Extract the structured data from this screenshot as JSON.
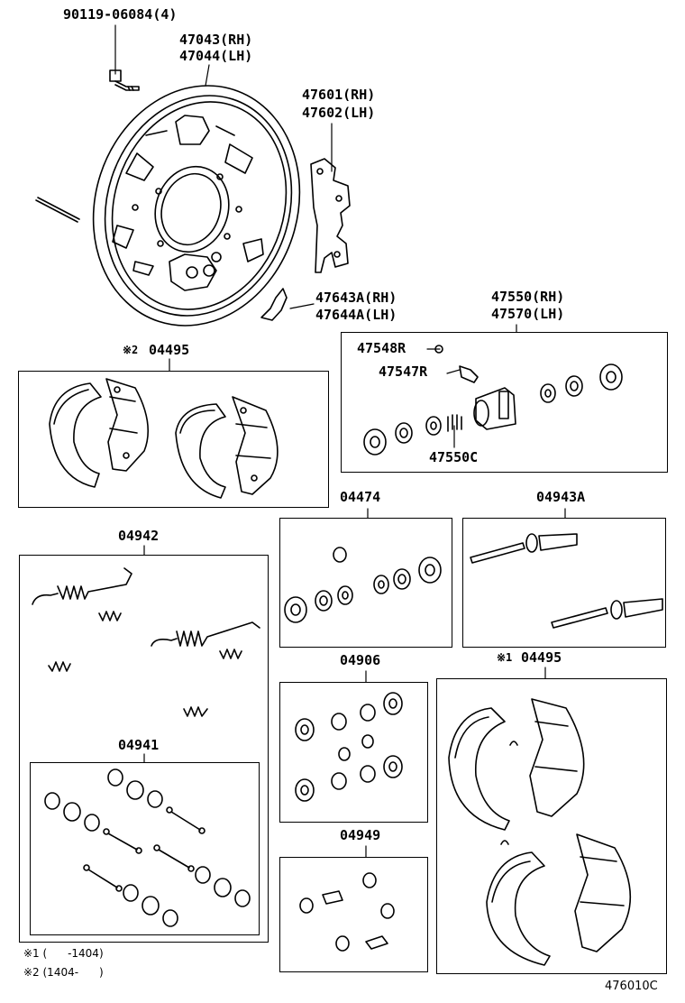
{
  "parts": {
    "bolt": "90119-06084(4)",
    "plate_rh": "47043(RH)",
    "plate_lh": "47044(LH)",
    "lever_rh": "47601(RH)",
    "lever_lh": "47602(LH)",
    "clip_rh": "47643A(RH)",
    "clip_lh": "47644A(LH)",
    "shoe_kit_top": "04495",
    "shoe_kit_top_mark": "※2",
    "cyl_rh": "47550(RH)",
    "cyl_lh": "47570(LH)",
    "cap": "47548R",
    "bleeder": "47547R",
    "cup_kit": "47550C",
    "kit_04474": "04474",
    "kit_04943a": "04943A",
    "kit_04942": "04942",
    "kit_04941": "04941",
    "kit_04906": "04906",
    "kit_04949": "04949",
    "shoe_kit_bottom": "04495",
    "shoe_kit_bottom_mark": "※1"
  },
  "notes": {
    "note1": "※1 (      -1404)",
    "note2": "※2 (1404-      )"
  },
  "diagram_code": "476010C"
}
